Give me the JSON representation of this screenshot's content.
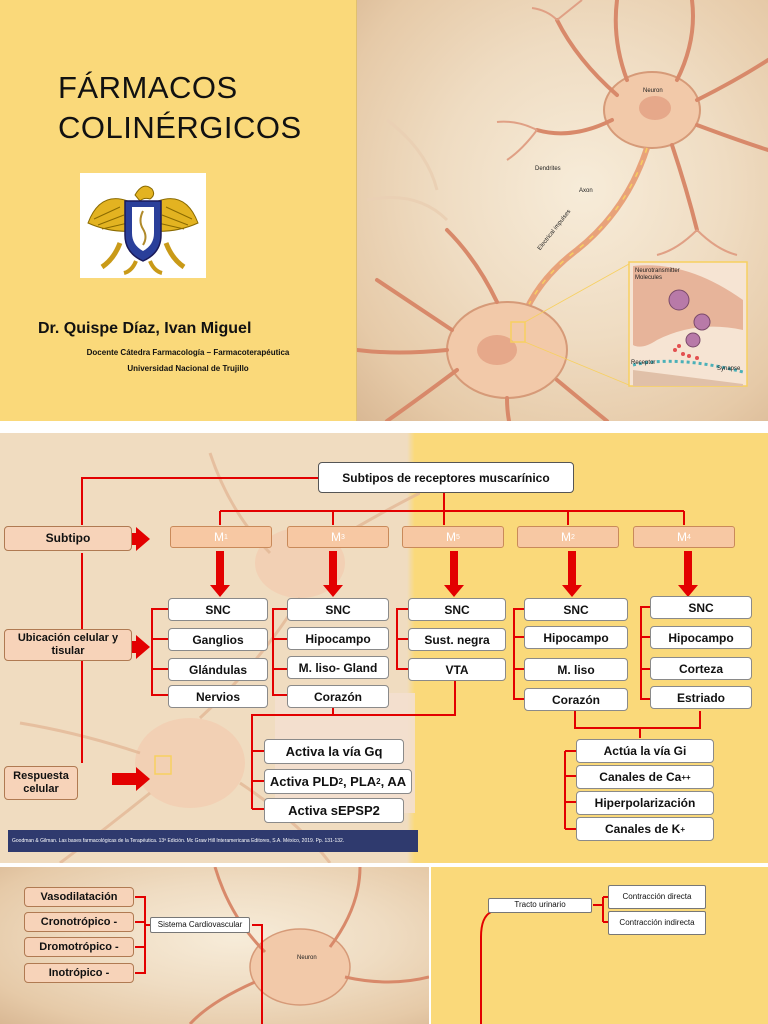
{
  "slide1": {
    "title_line1": "FÁRMACOS",
    "title_line2": "COLINÉRGICOS",
    "author": "Dr. Quispe Díaz, Ivan Miguel",
    "position": "Docente Cátedra Farmacología – Farmacoterapéutica",
    "university": "Universidad Nacional de Trujillo"
  },
  "slide2": {
    "labels": {
      "neuron": "Neuron",
      "dendrites": "Dendrites",
      "axon": "Axon",
      "electrical_impulses": "Electrical impulses",
      "neurotransmitter": "Neurotransmitter Molecules",
      "receptor": "Receptor",
      "synapse": "Synapse"
    }
  },
  "slide3": {
    "title": "Subtipos de receptores muscarínico",
    "left_labels": {
      "subtipo": "Subtipo",
      "ubicacion": "Ubicación celular y tisular",
      "respuesta": "Respuesta celular"
    },
    "subtypes": [
      {
        "name": "M",
        "sub": "1"
      },
      {
        "name": "M",
        "sub": "3"
      },
      {
        "name": "M",
        "sub": "5"
      },
      {
        "name": "M",
        "sub": "2"
      },
      {
        "name": "M",
        "sub": "4"
      }
    ],
    "locations": [
      [
        "SNC",
        "Ganglios",
        "Glándulas",
        "Nervios"
      ],
      [
        "SNC",
        "Hipocampo",
        "M. liso- Gland",
        "Corazón"
      ],
      [
        "SNC",
        "Sust. negra",
        "VTA"
      ],
      [
        "SNC",
        "Hipocampo",
        "M. liso",
        "Corazón"
      ],
      [
        "SNC",
        "Hipocampo",
        "Corteza",
        "Estriado"
      ]
    ],
    "response_gq": {
      "line1": "Activa la vía Gq",
      "line2_a": "Activa PLD",
      "line2_sub1": "2",
      "line2_b": ", PLA",
      "line2_sub2": "2",
      "line2_c": ", AA",
      "line3": "Activa sEPSP2"
    },
    "response_gi": {
      "line1": "Actúa la vía Gi",
      "line2_a": "Canales de Ca",
      "line2_sup": "++",
      "line3": "Hiperpolarización",
      "line4_a": "Canales de K",
      "line4_sup": "+"
    },
    "citation": "Goodman & Gilman. Las bases farmacológicas de la Terapéutica. 13ª Edición. Mc Graw Hill Interamericana Editores, S.A. México, 2019. Pp. 131-132."
  },
  "slide4": {
    "effects": [
      "Vasodilatación",
      "Cronotrópico -",
      "Dromotrópico -",
      "Inotrópico -"
    ],
    "system": "Sistema Cardiovascular",
    "neuron_label": "Neuron"
  },
  "slide5": {
    "organ": "Tracto urinario",
    "effects": [
      "Contracción directa",
      "Contracción indirecta"
    ]
  },
  "colors": {
    "yellow_bg": "#fad97a",
    "arrow_red": "#e30000",
    "subtype_orange": "#f7c8a3",
    "label_peach": "#f7d3b9"
  }
}
